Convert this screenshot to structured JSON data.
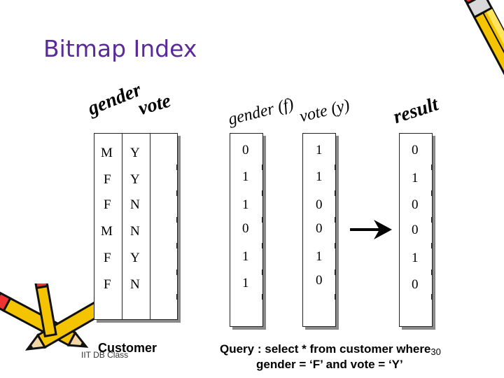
{
  "title": "Bitmap Index",
  "table": {
    "headers": [
      "gender",
      "vote"
    ],
    "rows": [
      [
        "M",
        "Y"
      ],
      [
        "F",
        "Y"
      ],
      [
        "F",
        "N"
      ],
      [
        "M",
        "N"
      ],
      [
        "F",
        "Y"
      ],
      [
        "F",
        "N"
      ]
    ]
  },
  "bitmaps": {
    "headers": [
      "gender (f)",
      "vote (y)",
      "result"
    ],
    "columns": [
      [
        "0",
        "1",
        "1",
        "0",
        "1",
        "1"
      ],
      [
        "1",
        "1",
        "0",
        "0",
        "1",
        "0"
      ],
      [
        "0",
        "1",
        "0",
        "0",
        "1",
        "0"
      ]
    ]
  },
  "caption_left": "Customer",
  "footer_text": "IIT DB Class",
  "query": {
    "line1": "Query : select * from customer where",
    "line2": "gender = ‘F’ and vote = ‘Y’"
  },
  "slide_number": "30",
  "icons": [
    "pencil-icon",
    "crossed-pencils-icon",
    "right-arrow-icon"
  ]
}
